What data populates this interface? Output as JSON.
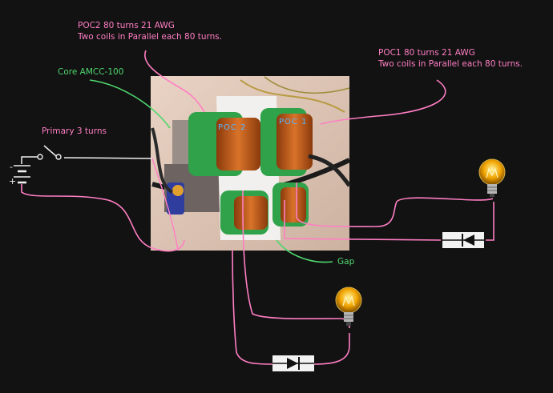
{
  "labels": {
    "poc2": [
      "POC2 80 turns 21 AWG",
      "Two coils in Parallel each 80 turns."
    ],
    "poc1": [
      "POC1 80 turns 21 AWG",
      "Two coils in Parallel each 80 turns."
    ],
    "core": "Core AMCC-100",
    "primary": "Primary 3 turns",
    "gap": "Gap",
    "photo_poc2": "POC 2",
    "photo_poc1": "POC 1",
    "battery_minus": "-",
    "battery_plus": "+"
  },
  "colors": {
    "background": "#121212",
    "wire": "#ff7ec4",
    "annotation_green": "#4fd66e",
    "annotation_pink": "#ff7ec4",
    "switch_wire": "#f0f0f0",
    "bulb_glow": "#f2a400"
  },
  "components": {
    "photo": "transformer-photo",
    "bulbs": [
      "lightbulb-icon",
      "lightbulb-icon"
    ],
    "diodes": [
      "diode-icon",
      "diode-icon"
    ],
    "battery": "battery-icon",
    "switch": "switch-icon"
  }
}
